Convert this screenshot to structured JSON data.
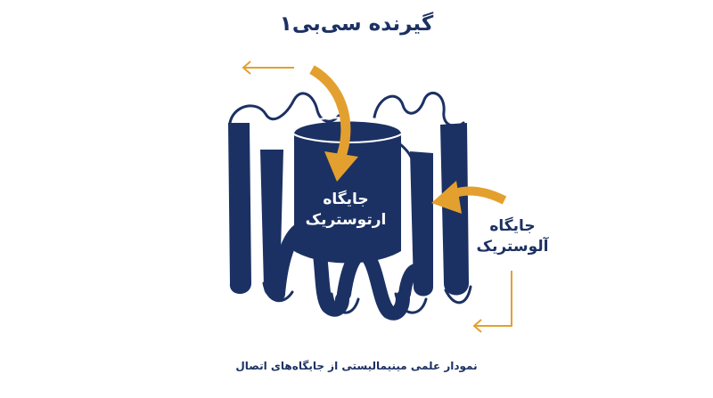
{
  "title": "گیرنده سی‌بی۱",
  "caption": "نمودار علمی مینیمالیستی از جایگاه‌های اتصال",
  "orthosteric_site": {
    "line1": "جایگاه",
    "line2": "ارتوستریک"
  },
  "allosteric_site": {
    "line1": "جایگاه",
    "line2": "آلوستریک"
  },
  "colors": {
    "receptor": "#1c3163",
    "arrow": "#e3a02f",
    "text_dark": "#1c3163",
    "text_light": "#ffffff"
  }
}
